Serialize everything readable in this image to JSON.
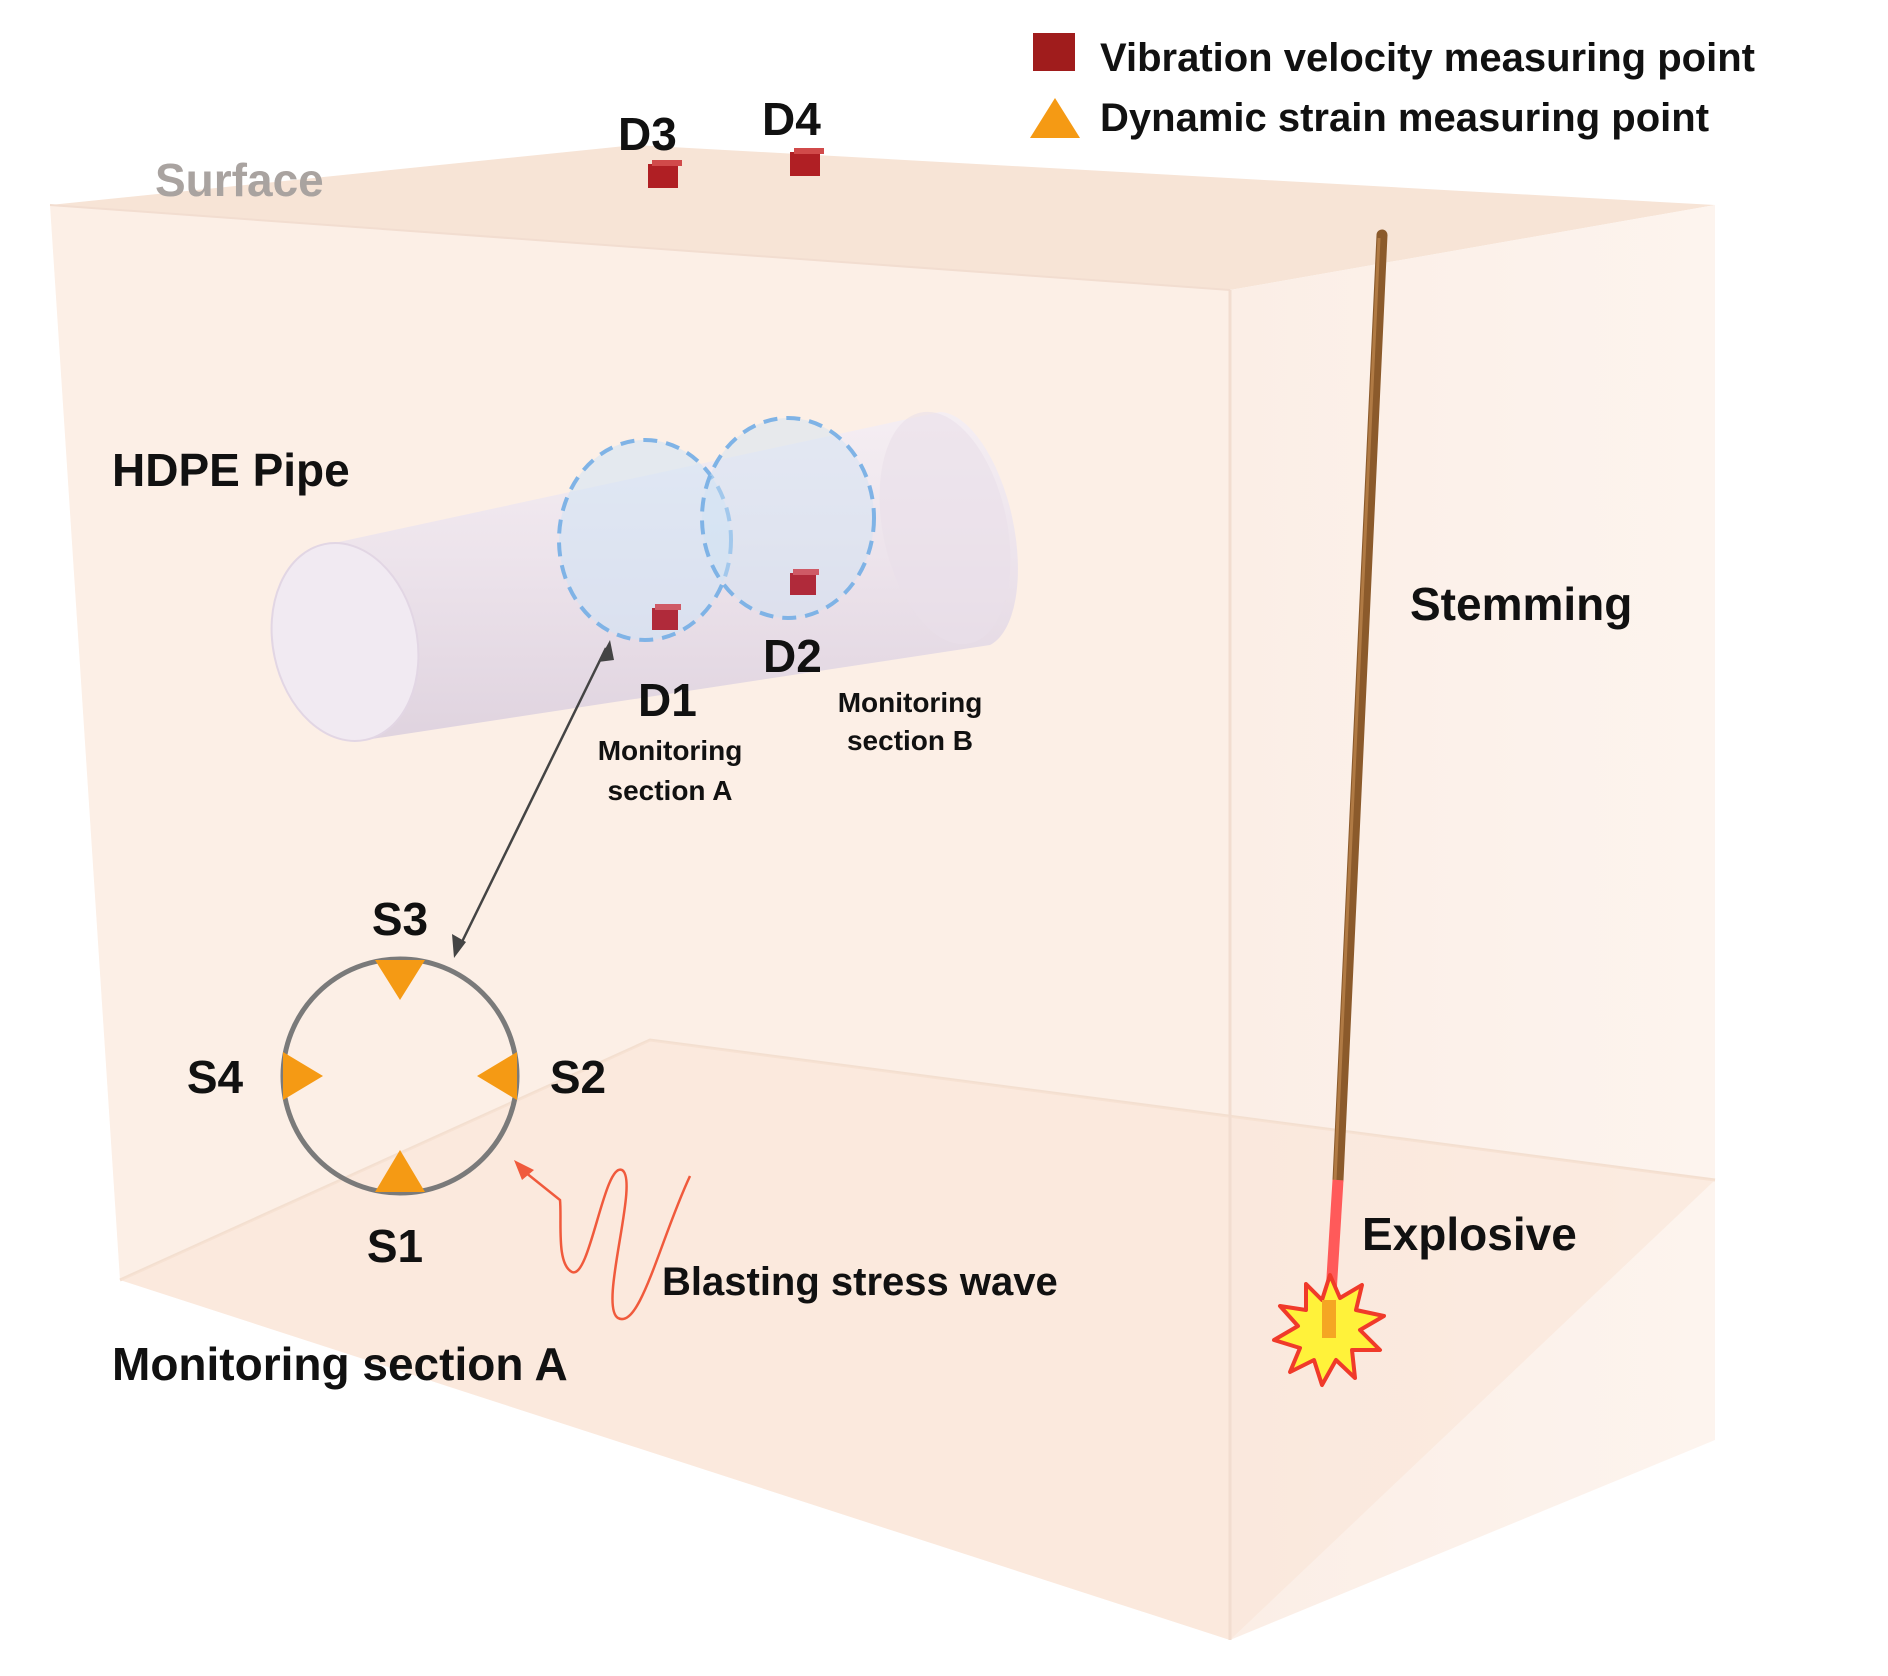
{
  "legend": {
    "vibration_label": "Vibration velocity measuring point",
    "strain_label": "Dynamic strain measuring point",
    "vibration_color": "#a01c1c",
    "strain_color": "#f59a14"
  },
  "labels": {
    "surface": "Surface",
    "hdpe_pipe": "HDPE Pipe",
    "stemming": "Stemming",
    "explosive": "Explosive",
    "blasting_wave": "Blasting stress wave",
    "monitoring_section_a_title": "Monitoring section A"
  },
  "vibration_points": {
    "d1": "D1",
    "d2": "D2",
    "d3": "D3",
    "d4": "D4"
  },
  "monitoring_sections": {
    "a_line1": "Monitoring",
    "a_line2": "section A",
    "b_line1": "Monitoring",
    "b_line2": "section B"
  },
  "strain_points": {
    "s1": "S1",
    "s2": "S2",
    "s3": "S3",
    "s4": "S4"
  },
  "colors": {
    "box_face": "#fbece2",
    "box_top": "#f6e2d4",
    "box_edge": "#f0d8c8",
    "stemming": "#8b5a2b",
    "explosive": "#ff5a5a",
    "wave": "#f05a3c",
    "section_circle": "#7fb3e6",
    "ring": "#7a7a7a"
  }
}
